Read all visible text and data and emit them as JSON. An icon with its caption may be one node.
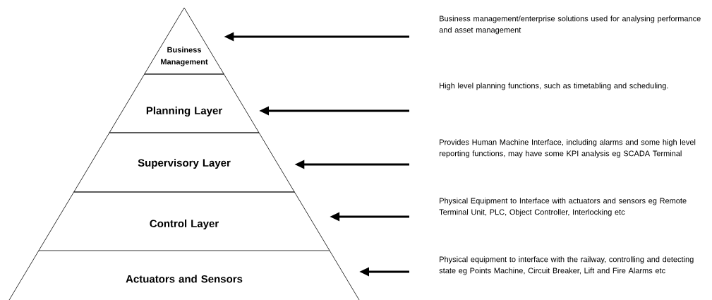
{
  "diagram": {
    "nodes": [
      {
        "text": [
          "Business Management"
        ]
      },
      {
        "text": [
          "Planning Layer"
        ]
      },
      {
        "text": [
          "Supervisory Layer"
        ]
      },
      {
        "text": [
          "Control Layer"
        ]
      },
      {
        "text": [
          "Actuators and Sensors"
        ]
      },
      {
        "text": [
          "Business management/enterprise solutions used for analysing performance and asset management"
        ]
      },
      {
        "text": [
          "High level planning functions, such as timetabling and scheduling."
        ]
      },
      {
        "text": [
          "Provides Human Machine Interface, including alarms and some high level reporting functions, may have some KPI analysis eg SCADA Terminal"
        ]
      },
      {
        "text": [
          "Physical Equipment to Interface with actuators and sensors eg Remote Terminal Unit, PLC, Object Controller, Interlocking etc"
        ]
      },
      {
        "text": [
          "Physical equipment to interface with the railway, controlling and detecting state eg Points Machine, Circuit Breaker, Lift and Fire Alarms etc"
        ]
      }
    ],
    "edges": [
      {
        "from": 5,
        "to": 0,
        "arrow": "to"
      },
      {
        "from": 6,
        "to": 1,
        "arrow": "to"
      },
      {
        "from": 7,
        "to": 2,
        "arrow": "to"
      },
      {
        "from": 8,
        "to": 3,
        "arrow": "to"
      },
      {
        "from": 9,
        "to": 4,
        "arrow": "to"
      }
    ]
  }
}
